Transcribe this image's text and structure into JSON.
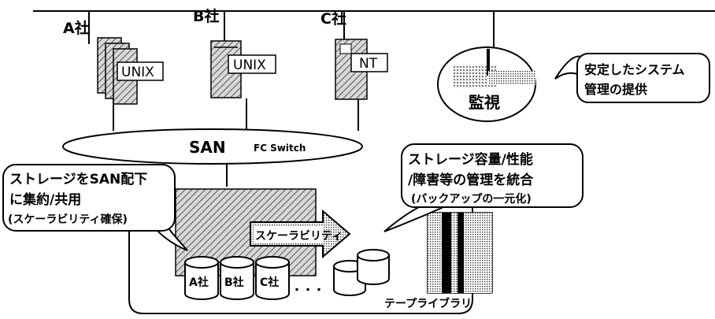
{
  "servers": [
    {
      "company": "A社",
      "os": "UNIX"
    },
    {
      "company": "B社",
      "os": "UNIX"
    },
    {
      "company": "C社",
      "os": "NT"
    }
  ],
  "monitor": {
    "label": "監視",
    "callout": [
      "安定したシステム",
      "管理の提供"
    ]
  },
  "san": {
    "label": "SAN",
    "sublabel": "FC Switch"
  },
  "left_callout": [
    "ストレージをSAN配下",
    "に集約/共用",
    "(スケーラビリティ確保)"
  ],
  "right_callout": [
    "ストレージ容量/性能",
    "/障害等の管理を統合",
    "(バックアップの一元化)"
  ],
  "scalability_arrow": "スケーラビリティ",
  "disks": [
    "A社",
    "B社",
    "C社"
  ],
  "ellipsis": "・・・",
  "tape_library": "テープライブラリ"
}
